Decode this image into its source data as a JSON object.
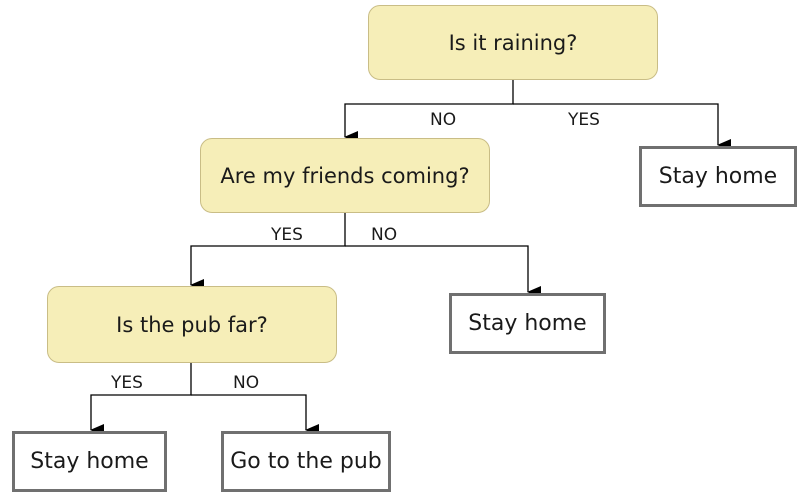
{
  "diagram": {
    "decisions": {
      "raining": "Is it raining?",
      "friends": "Are my friends coming?",
      "pub_far": "Is the pub far?"
    },
    "outcomes": {
      "stay_home_1": "Stay home",
      "stay_home_2": "Stay home",
      "stay_home_3": "Stay home",
      "go_to_pub": "Go to the pub"
    },
    "edge_labels": {
      "raining_no": "NO",
      "raining_yes": "YES",
      "friends_yes": "YES",
      "friends_no": "NO",
      "pub_yes": "YES",
      "pub_no": "NO"
    },
    "colors": {
      "decision_fill": "#f6eeb8",
      "decision_border": "#c9bd86",
      "outcome_border": "#707070",
      "connector": "#000000"
    }
  }
}
